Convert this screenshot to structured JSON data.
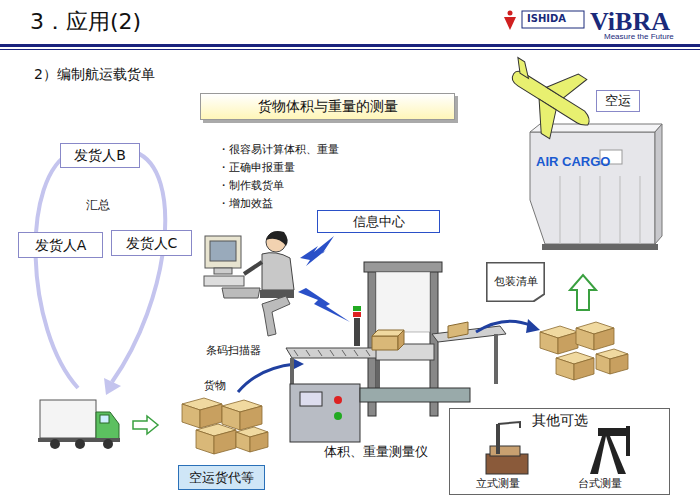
{
  "diagram": {
    "title": "3．应用(2)",
    "nodes": [
      {
        "text": [
          "货物体积与重量的测量"
        ]
      },
      {
        "text": [
          "发货人B"
        ]
      },
      {
        "text": [
          "发货人A"
        ]
      },
      {
        "text": [
          "发货人C"
        ]
      },
      {
        "text": [
          "信息中心"
        ]
      },
      {
        "text": [
          "空运"
        ]
      },
      {
        "text": [
          "包装清单"
        ]
      },
      {
        "text": [
          "空运货代等"
        ]
      },
      {
        "text": [
          "其他可选",
          "立式测量",
          "台式测量"
        ]
      }
    ],
    "labels": [
      "ISHIDA",
      "ViBRA",
      "Measure the Future",
      "2）编制航运载货单",
      "・很容易计算体积、重量",
      "・正确申报重量",
      "・制作载货单",
      "・增加效益",
      "汇总",
      "AIR CARGO",
      "条码扫描器",
      "货物",
      "体积、重量测量仪"
    ]
  }
}
